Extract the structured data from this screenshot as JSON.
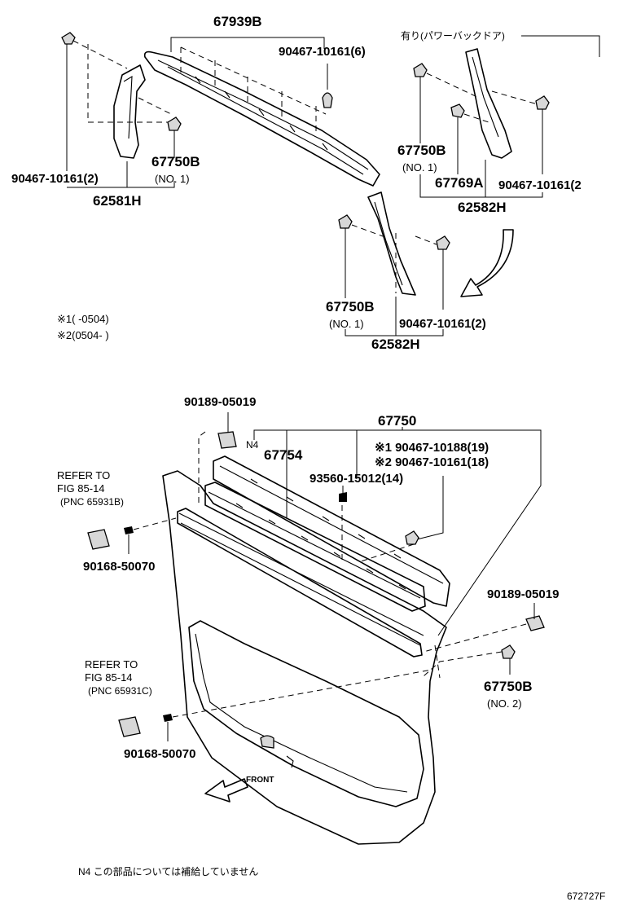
{
  "labels": {
    "l_67939B": "67939B",
    "l_90467_6": "90467-10161(6)",
    "l_power_door": "有り(パワーバックドア)",
    "l_67750B_a": "67750B",
    "l_no1_a": "(NO. 1)",
    "l_90467_2a": "90467-10161(2)",
    "l_62581H": "62581H",
    "l_67750B_b": "67750B",
    "l_no1_b": "(NO. 1)",
    "l_67769A": "67769A",
    "l_90467_2b": "90467-10161(2",
    "l_62582H_a": "62582H",
    "l_67750B_c": "67750B",
    "l_no1_c": "(NO. 1)",
    "l_90467_2c": "90467-10161(2)",
    "l_62582H_b": "62582H",
    "l_note1": "※1(       -0504)",
    "l_note2": "※2(0504-       )",
    "l_90189_a": "90189-05019",
    "l_67750": "67750",
    "l_n4": "N4",
    "l_67754": "67754",
    "l_90467_19": "※1 90467-10188(19)",
    "l_90467_18": "※2 90467-10161(18)",
    "l_93560": "93560-15012(14)",
    "l_refer1_a": "REFER TO",
    "l_refer1_b": "FIG 85-14",
    "l_refer1_c": "(PNC 65931B)",
    "l_90168_a": "90168-50070",
    "l_90189_b": "90189-05019",
    "l_67750B_d": "67750B",
    "l_no2": "(NO. 2)",
    "l_refer2_a": "REFER TO",
    "l_refer2_b": "FIG 85-14",
    "l_refer2_c": "(PNC 65931C)",
    "l_90168_b": "90168-50070",
    "l_front": "FRONT",
    "l_footnote": "N4 この部品については補給していません",
    "l_code": "672727F"
  },
  "icons": [
    "clip-icon",
    "screw-icon",
    "front-arrow-icon",
    "direction-arrow-icon"
  ]
}
